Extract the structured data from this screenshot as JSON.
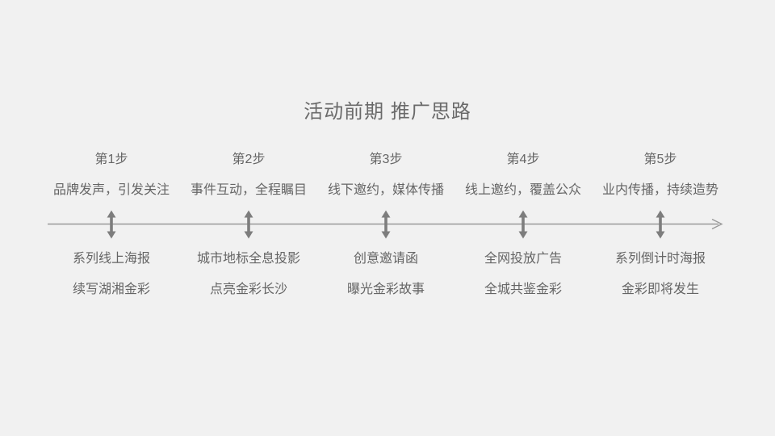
{
  "slide": {
    "title": "活动前期 推广思路"
  },
  "colors": {
    "background": "#f1f1f1",
    "text": "#656565",
    "title_text": "#6a6a6a",
    "axis_line": "#999999",
    "marker_arrow": "#7d7d7d"
  },
  "icons": {
    "axis_end": "right-arrow-icon",
    "step_marker": "vertical-double-arrow-icon"
  },
  "steps": [
    {
      "label": "第1步",
      "headline": "品牌发声，引发关注",
      "item1": "系列线上海报",
      "item2": "续写湖湘金彩"
    },
    {
      "label": "第2步",
      "headline": "事件互动，全程瞩目",
      "item1": "城市地标全息投影",
      "item2": "点亮金彩长沙"
    },
    {
      "label": "第3步",
      "headline": "线下邀约，媒体传播",
      "item1": "创意邀请函",
      "item2": "曝光金彩故事"
    },
    {
      "label": "第4步",
      "headline": "线上邀约，覆盖公众",
      "item1": "全网投放广告",
      "item2": "全城共鉴金彩"
    },
    {
      "label": "第5步",
      "headline": "业内传播，持续造势",
      "item1": "系列倒计时海报",
      "item2": "金彩即将发生"
    }
  ]
}
